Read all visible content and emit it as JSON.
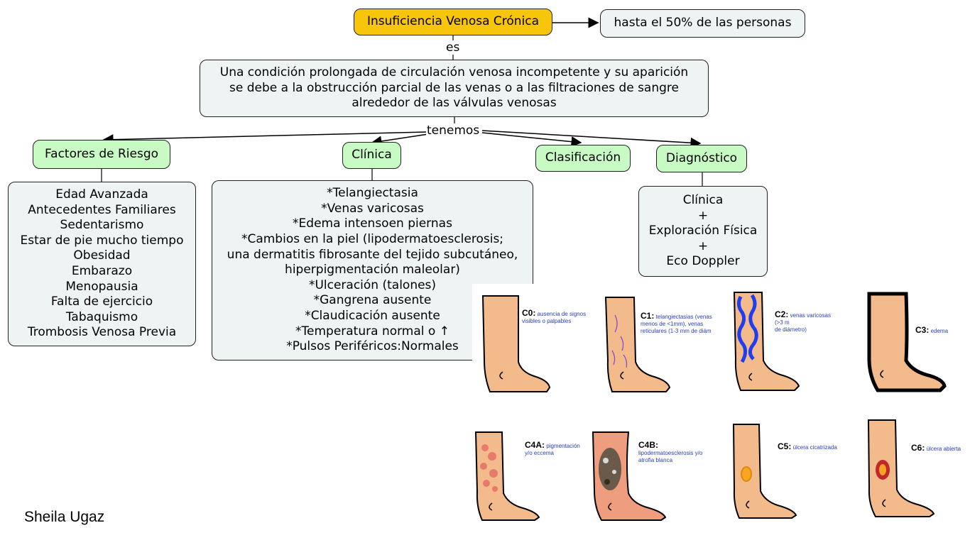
{
  "title": "Insuficiencia Venosa Crónica",
  "prevalence": "hasta el 50% de las personas",
  "link_es": "es",
  "definition": [
    "Una condición prolongada de circulación venosa incompetente y su aparición",
    "se debe a la obstrucción parcial de las venas o a las filtraciones de sangre",
    "alrededor de las válvulas venosas"
  ],
  "link_tenemos": "tenemos",
  "categories": {
    "factores": "Factores de Riesgo",
    "clinica": "Clínica",
    "clasificacion": "Clasificación",
    "diagnostico": "Diagnóstico"
  },
  "factores_list": [
    "Edad Avanzada",
    "Antecedentes Familiares",
    "Sedentarismo",
    "Estar de pie mucho tiempo",
    "Obesidad",
    "Embarazo",
    "Menopausia",
    "Falta de ejercicio",
    "Tabaquismo",
    "Trombosis Venosa Previa"
  ],
  "clinica_list": [
    "*Telangiectasia",
    "*Venas varicosas",
    "*Edema intensoen piernas",
    "*Cambios en la piel (lipodermatoesclerosis;",
    "una dermatitis fibrosante del tejido subcutáneo,",
    "hiperpigmentación maleolar)",
    "*Ulceración (talones)",
    "*Gangrena ausente",
    "*Claudicación ausente",
    "*Temperatura normal o ↑",
    "*Pulsos Periféricos:Normales"
  ],
  "diagnostico_list": [
    "Clínica",
    "+",
    "Exploración Física",
    "+",
    "Eco Doppler"
  ],
  "classification_image": {
    "stages": [
      {
        "code": "C0:",
        "desc": [
          "ausencia de signos",
          "visibles o palpables"
        ]
      },
      {
        "code": "C1:",
        "desc": [
          "telangiectasias (venas",
          "menos de <1mm), venas",
          "reticulares (1-3 mm de diám"
        ]
      },
      {
        "code": "C2:",
        "desc": [
          "venas varicosas (>3 m",
          "de diámetro)"
        ]
      },
      {
        "code": "C3:",
        "desc": [
          "edema"
        ]
      },
      {
        "code": "C4A:",
        "desc": [
          "pigmentación",
          "y/o eccema"
        ]
      },
      {
        "code": "C4B:",
        "desc": [
          "lipodermatoesclerosis y/o",
          "atrofia blanca"
        ]
      },
      {
        "code": "C5:",
        "desc": [
          "úlcera cicatrizada"
        ]
      },
      {
        "code": "C6:",
        "desc": [
          "úlcera abierta"
        ]
      }
    ]
  },
  "author": "Sheila Ugaz"
}
